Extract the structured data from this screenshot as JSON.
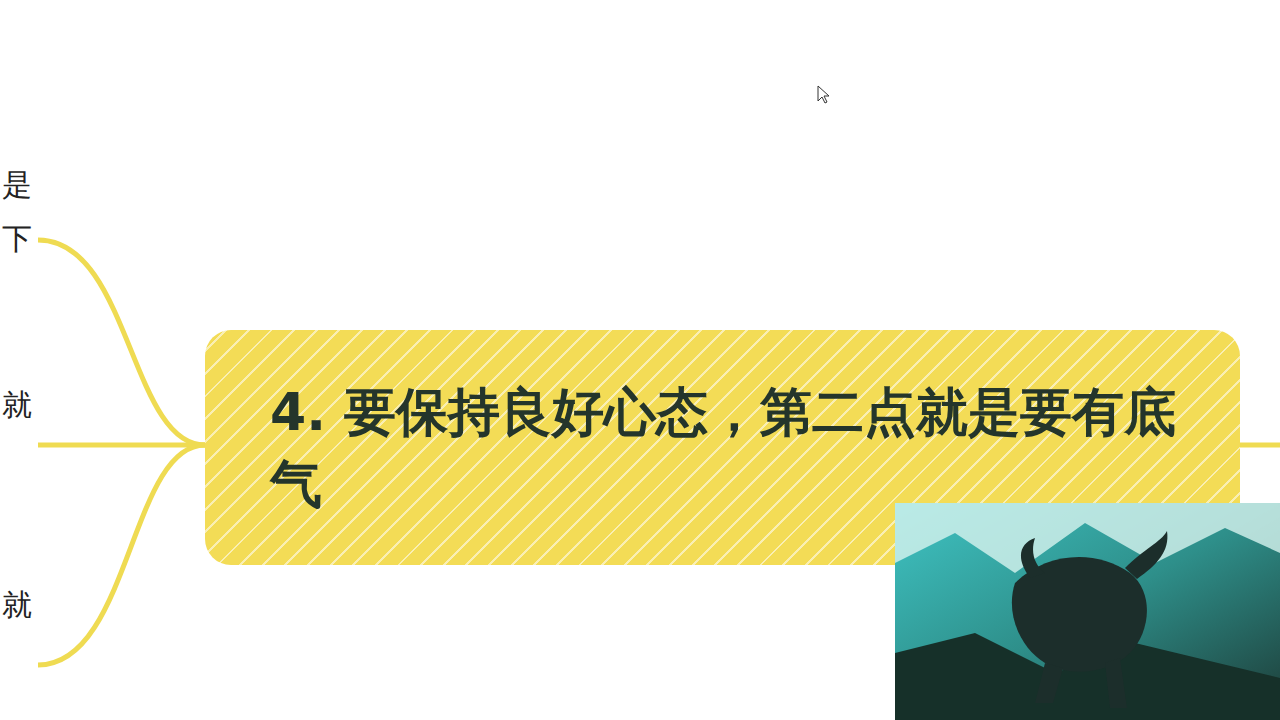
{
  "diagram": {
    "nodes": [
      {
        "text": [
          "4. 要保持良好心态，第二点就是要有底气"
        ]
      }
    ],
    "labels": [
      "是",
      "下",
      "就",
      "就"
    ]
  }
}
